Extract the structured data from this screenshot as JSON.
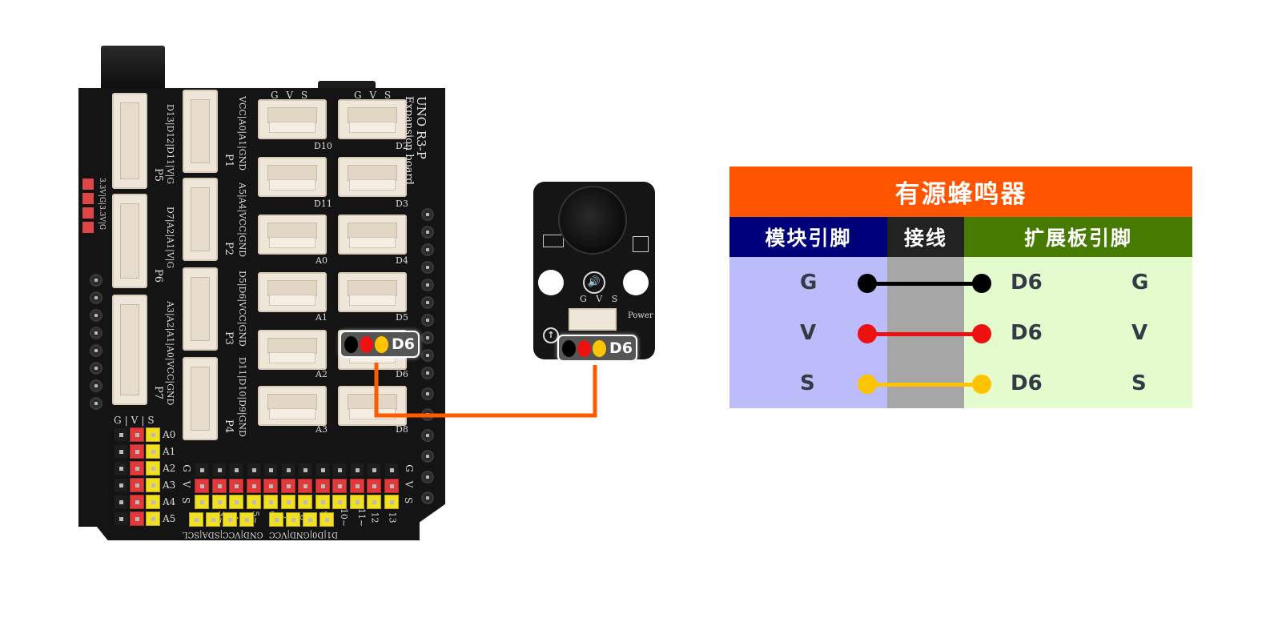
{
  "board": {
    "title_line1": "UNO R3-P",
    "title_line2": "Expansion board",
    "connectors_3pin": [
      {
        "label": "D10",
        "header": "G V S"
      },
      {
        "label": "D2",
        "header": "G V S"
      },
      {
        "label": "D11"
      },
      {
        "label": "D3"
      },
      {
        "label": "A0"
      },
      {
        "label": "D4"
      },
      {
        "label": "A1"
      },
      {
        "label": "D5"
      },
      {
        "label": "A2"
      },
      {
        "label": "D6"
      },
      {
        "label": "A3"
      },
      {
        "label": "D8"
      }
    ],
    "connectors_4pin": [
      {
        "name": "P1",
        "pins": "VCC|A0|A1|GND"
      },
      {
        "name": "P2",
        "pins": "A5|A4|VCC|GND"
      },
      {
        "name": "P3",
        "pins": "D5|D6|VCC|GND"
      },
      {
        "name": "P4",
        "pins": "D11|D10|D9|GND"
      }
    ],
    "connectors_5pin": [
      {
        "name": "P5",
        "pins": "D13|D12|D11|V|G"
      },
      {
        "name": "P6",
        "pins": "D7|A2|A1|V|G"
      },
      {
        "name": "P7",
        "pins": "A3|A2|A1|A0|VCC|GND"
      }
    ],
    "power_header": "3.3V|G|3.3V|G",
    "analog_header": {
      "cols": [
        "G",
        "V",
        "S"
      ],
      "rows": [
        "A0",
        "A1",
        "A2",
        "A3",
        "A4",
        "A5"
      ]
    },
    "digital_header": {
      "rows": [
        "G",
        "V",
        "S"
      ],
      "cols": [
        "2",
        "3~",
        "4",
        "5~",
        "6~",
        "7",
        "8",
        "9~",
        "10~",
        "11~",
        "12",
        "13"
      ]
    },
    "i2c_header": "GND|VCC|SDA|SCL",
    "uart_header": "D1|D0|GND|VCC"
  },
  "tags": {
    "board_port": "D6",
    "module_port": "D6",
    "colors": {
      "g": "#000000",
      "v": "#ee1111",
      "s": "#ffc400"
    }
  },
  "module": {
    "pins": "G V S",
    "power_label": "Power"
  },
  "wire": {
    "color": "#ff5a00"
  },
  "table": {
    "title": "有源蜂鸣器",
    "headers": {
      "module_pin": "模块引脚",
      "wiring": "接线",
      "board_pin": "扩展板引脚"
    },
    "colors": {
      "title_bg": "#ff5500",
      "module_header_bg": "#00007a",
      "wiring_header_bg": "#222222",
      "board_header_bg": "#477a00",
      "module_col_bg": "#bcbcfb",
      "wiring_col_bg": "#a6a6a6",
      "board_col_bg": "#e4fbcd"
    },
    "rows": [
      {
        "module_pin": "G",
        "board_port": "D6",
        "board_pin": "G",
        "wire_color": "#000000"
      },
      {
        "module_pin": "V",
        "board_port": "D6",
        "board_pin": "V",
        "wire_color": "#ee1111"
      },
      {
        "module_pin": "S",
        "board_port": "D6",
        "board_pin": "S",
        "wire_color": "#ffc400"
      }
    ]
  }
}
